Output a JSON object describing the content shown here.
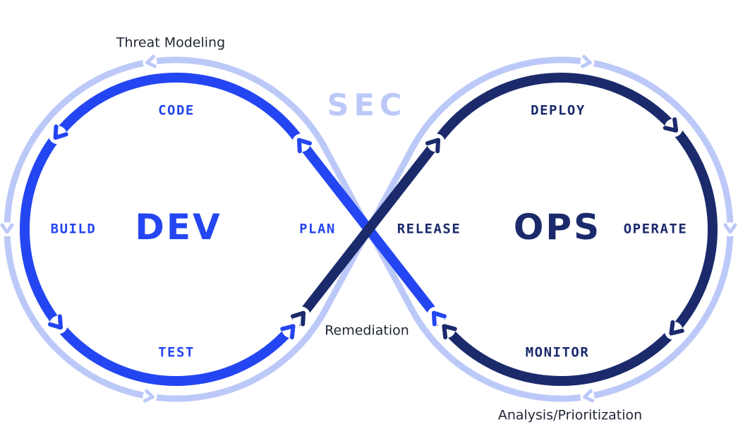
{
  "diagram": {
    "sec": {
      "label": "SEC"
    },
    "dev": {
      "label": "DEV",
      "stages": {
        "code": "CODE",
        "build": "BUILD",
        "test": "TEST",
        "plan": "PLAN"
      }
    },
    "ops": {
      "label": "OPS",
      "stages": {
        "deploy": "DEPLOY",
        "operate": "OPERATE",
        "monitor": "MONITOR",
        "release": "RELEASE"
      }
    },
    "annotations": {
      "threat_modeling": "Threat Modeling",
      "remediation": "Remediation",
      "analysis_prioritization": "Analysis/Prioritization"
    },
    "colors": {
      "dev_blue": "#2446F2",
      "ops_navy": "#1B2A6B",
      "sec_light_blue": "#BCC9F8",
      "annotation_text": "#1F2533",
      "background": "#FFFFFF"
    }
  }
}
